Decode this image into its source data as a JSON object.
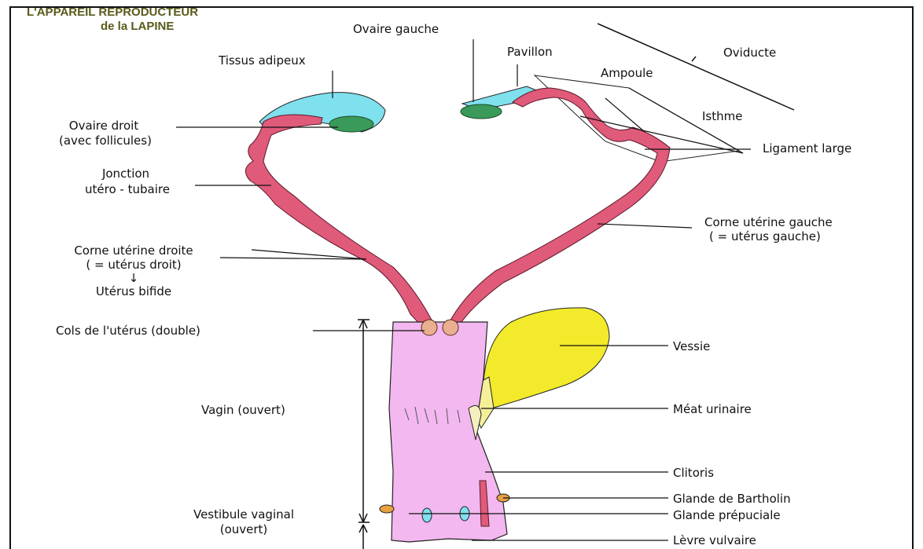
{
  "title": {
    "line1": "L'APPAREIL REPRODUCTEUR",
    "line2": "de la LAPINE"
  },
  "labels": {
    "ovaire_gauche": "Ovaire gauche",
    "pavillon": "Pavillon",
    "oviducte": "Oviducte",
    "tissus_adipeux": "Tissus adipeux",
    "ampoule": "Ampoule",
    "isthme": "Isthme",
    "ovaire_droit_1": "Ovaire droit",
    "ovaire_droit_2": "(avec follicules)",
    "ligament_large": "Ligament large",
    "jonction_1": "Jonction",
    "jonction_2": "utéro - tubaire",
    "corne_gauche_1": "Corne utérine gauche",
    "corne_gauche_2": "( = utérus gauche)",
    "corne_droite_1": "Corne utérine droite",
    "corne_droite_2": "( = utérus droit)",
    "arrow_down": "↓",
    "uterus_bifide": "Utérus bifide",
    "cols": "Cols de l'utérus (double)",
    "vessie": "Vessie",
    "vagin": "Vagin (ouvert)",
    "meat": "Méat urinaire",
    "clitoris": "Clitoris",
    "bartholin": "Glande de Bartholin",
    "vestibule_1": "Vestibule vaginal",
    "vestibule_2": "(ouvert)",
    "preputiale": "Glande prépuciale",
    "levre": "Lèvre vulvaire"
  },
  "colors": {
    "horn": "#e05a7a",
    "fat": "#7fe0ee",
    "ovary": "#3a9a5a",
    "vagina": "#f3b8f0",
    "bladder": "#f2ea2a",
    "line": "#111111"
  }
}
